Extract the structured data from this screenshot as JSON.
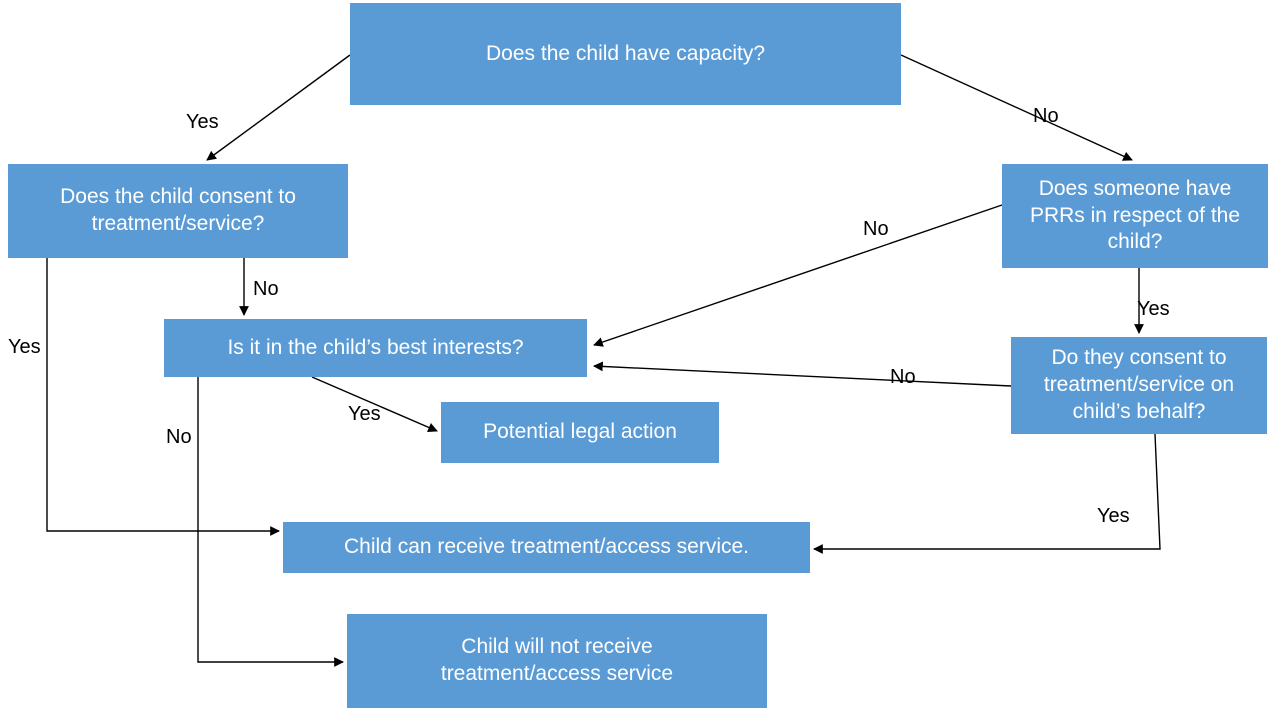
{
  "diagram": {
    "title": "Child capacity and consent decision flowchart",
    "accent_color": "#5B9BD5",
    "text_color": "#FFFFFF",
    "line_color": "#000000",
    "background": "#FFFFFF"
  },
  "nodes": [
    {
      "id": "capacity",
      "text": "Does the child have capacity?"
    },
    {
      "id": "child_consent",
      "text": "Does the child consent to\ntreatment/service?"
    },
    {
      "id": "prr",
      "text": "Does someone have\nPRRs in respect of the\nchild?"
    },
    {
      "id": "best_interests",
      "text": "Is it in the child’s best interests?"
    },
    {
      "id": "they_consent",
      "text": "Do they consent to\ntreatment/service on\nchild’s behalf?"
    },
    {
      "id": "legal_action",
      "text": "Potential legal action"
    },
    {
      "id": "can_receive",
      "text": "Child can receive treatment/access service."
    },
    {
      "id": "will_not_receive",
      "text": "Child will not receive\ntreatment/access service"
    }
  ],
  "edge_labels": [
    {
      "id": "capacity_yes",
      "text": "Yes"
    },
    {
      "id": "capacity_no",
      "text": "No"
    },
    {
      "id": "child_consent_yes",
      "text": "Yes"
    },
    {
      "id": "child_consent_no",
      "text": "No"
    },
    {
      "id": "prr_no",
      "text": "No"
    },
    {
      "id": "prr_yes",
      "text": "Yes"
    },
    {
      "id": "best_interests_yes",
      "text": "Yes"
    },
    {
      "id": "best_interests_no",
      "text": "No"
    },
    {
      "id": "they_consent_no",
      "text": "No"
    },
    {
      "id": "they_consent_yes",
      "text": "Yes"
    }
  ],
  "edges": [
    {
      "from": "capacity",
      "to": "child_consent",
      "label": "Yes"
    },
    {
      "from": "capacity",
      "to": "prr",
      "label": "No"
    },
    {
      "from": "child_consent",
      "to": "can_receive",
      "label": "Yes"
    },
    {
      "from": "child_consent",
      "to": "best_interests",
      "label": "No"
    },
    {
      "from": "prr",
      "to": "best_interests",
      "label": "No"
    },
    {
      "from": "prr",
      "to": "they_consent",
      "label": "Yes"
    },
    {
      "from": "best_interests",
      "to": "legal_action",
      "label": "Yes"
    },
    {
      "from": "best_interests",
      "to": "will_not_receive",
      "label": "No"
    },
    {
      "from": "they_consent",
      "to": "best_interests",
      "label": "No"
    },
    {
      "from": "they_consent",
      "to": "can_receive",
      "label": "Yes"
    }
  ]
}
